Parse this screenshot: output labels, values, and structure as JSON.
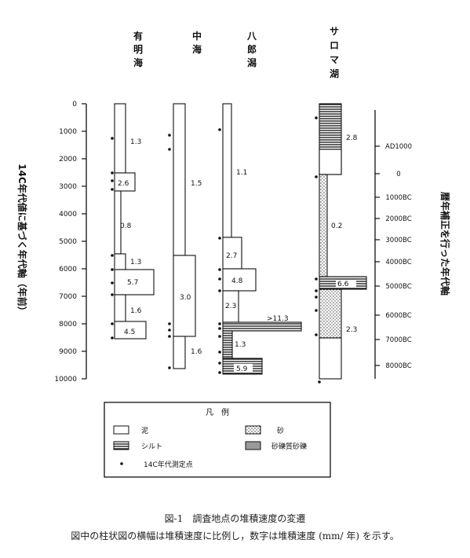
{
  "lakes": [
    {
      "id": "ariake",
      "name": "有明海"
    },
    {
      "id": "nakaumi",
      "name": "中海"
    },
    {
      "id": "hachirogata",
      "name": "八郎潟"
    },
    {
      "id": "saroma",
      "name": "サロマ湖"
    }
  ],
  "left_axis": {
    "label": "14C年代値に基づく年代軸（年前）",
    "ticks": [
      "0",
      "1000",
      "2000",
      "3000",
      "4000",
      "5000",
      "6000",
      "7000",
      "8000",
      "9000",
      "10000"
    ]
  },
  "right_axis": {
    "label": "暦年補正を行った年代軸",
    "ticks": [
      "AD1000",
      "0",
      "1000BC",
      "2000BC",
      "3000BC",
      "4000BC",
      "5000BC",
      "6000BC",
      "7000BC",
      "8000BC"
    ]
  },
  "rates": {
    "ariake": [
      "1.3",
      "2.6",
      "0.8",
      "1.3",
      "5.7",
      "1.6",
      "4.5"
    ],
    "nakaumi": [
      "1.5",
      "3.0",
      "1.6"
    ],
    "hachirogata": [
      "1.1",
      "2.7",
      "4.8",
      "2.3",
      ">11.3",
      "1.3",
      "5.9"
    ],
    "saroma": [
      "2.8",
      "0.2",
      "6.6",
      "2.3"
    ]
  },
  "legend": {
    "title": "凡　例",
    "mud": "泥",
    "silt": "シルト",
    "sand": "砂",
    "gravelly_sand": "砂礫質砂礫",
    "c14": "14C年代測定点"
  },
  "caption": {
    "line1": "図-1　調査地点の堆積速度の変遷",
    "line2": "図中の柱状図の横幅は堆積速度に比例し，数字は堆積速度 (mm/ 年) を示す。"
  }
}
